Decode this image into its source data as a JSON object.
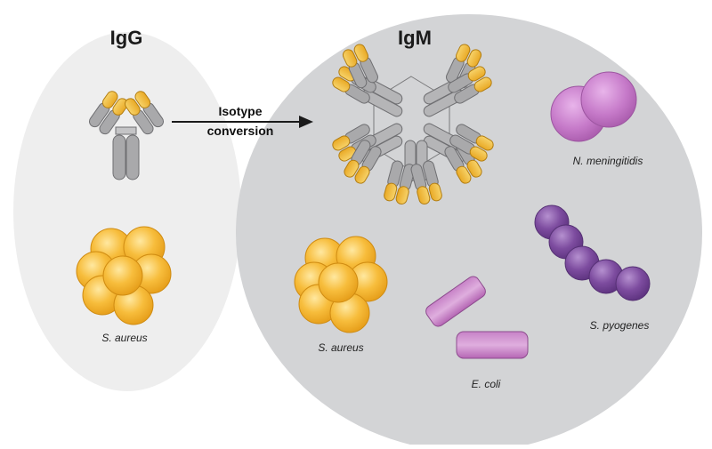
{
  "igg": {
    "title": "IgG",
    "bacterium": "S. aureus"
  },
  "igm": {
    "title": "IgM",
    "bacteria": {
      "n_meningitidis": "N. meningitidis",
      "s_aureus": "S. aureus",
      "e_coli": "E. coli",
      "s_pyogenes": "S. pyogenes"
    }
  },
  "arrow": {
    "line1": "Isotype",
    "line2": "conversion"
  },
  "colors": {
    "igg_bg": "#eeeeee",
    "igm_bg": "#d3d4d6",
    "antibody_gray": "#a9a9ab",
    "antigen_tip": "#f2bf3a",
    "staph": "#f5b733",
    "neisseria": "#c478c7",
    "ecoli": "#bf6fbd",
    "strep": "#7b4a9c"
  }
}
